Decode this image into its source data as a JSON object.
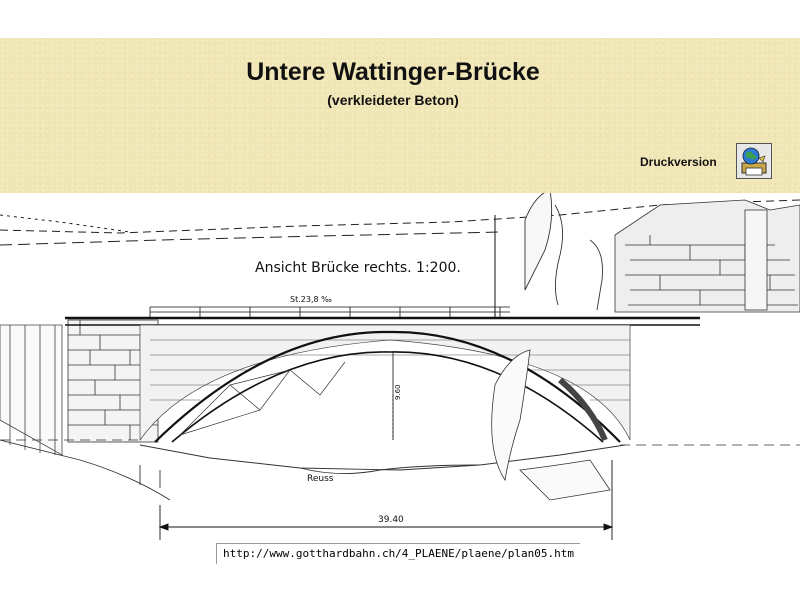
{
  "header": {
    "title": "Untere Wattinger-Brücke",
    "subtitle": "(verkleideter Beton)",
    "print_label": "Druckversion",
    "print_icon": "print-version-icon",
    "background_color": "#f1e7b6"
  },
  "drawing": {
    "view_label": "Ansicht Brücke rechts. 1:200.",
    "gradient_label": "St.23,8 ‰",
    "river_label": "Reuss",
    "height_label": "9.60",
    "span_label": "39.40"
  },
  "footer": {
    "url": "http://www.gotthardbahn.ch/4_PLAENE/plaene/plan05.htm"
  }
}
